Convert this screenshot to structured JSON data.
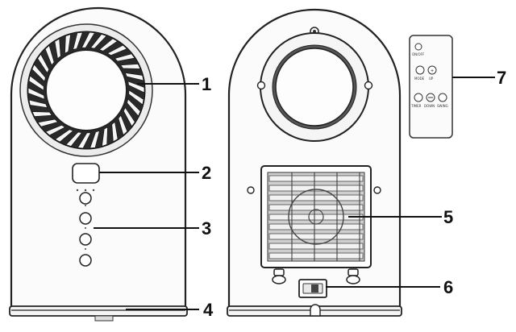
{
  "diagram": {
    "callouts": [
      {
        "number": "1",
        "part": "fan-grille"
      },
      {
        "number": "2",
        "part": "display"
      },
      {
        "number": "3",
        "part": "control-buttons"
      },
      {
        "number": "4",
        "part": "base"
      },
      {
        "number": "5",
        "part": "rear-heater-grille"
      },
      {
        "number": "6",
        "part": "power-switch"
      },
      {
        "number": "7",
        "part": "remote-control"
      }
    ],
    "remote": {
      "power_label": "ON/OFF",
      "mode_label": "MODE",
      "up_label": "UP",
      "timer_label": "TIMER",
      "down_label": "DOWN",
      "swing_label": "SWING"
    }
  }
}
